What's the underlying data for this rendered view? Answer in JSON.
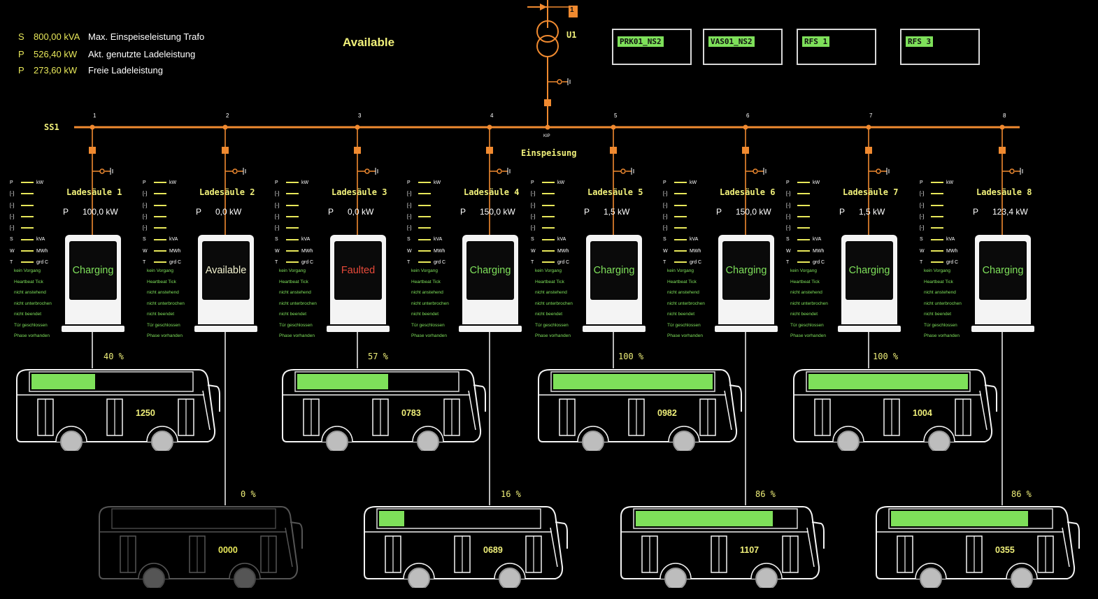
{
  "trafo": {
    "rows": [
      {
        "sym": "S",
        "value": "800,00 kVA",
        "label": "Max. Einspeiseleistung Trafo"
      },
      {
        "sym": "P",
        "value": "526,40 kW",
        "label": "Akt. genutzte Ladeleistung"
      },
      {
        "sym": "P",
        "value": "273,60 kW",
        "label": "Freie  Ladeleistung"
      }
    ],
    "status": "Available",
    "name": "U1",
    "marker": "1",
    "feed_label": "Einspeisung",
    "kip": "KIP"
  },
  "busbar": {
    "label": "SS1",
    "bay_numbers": [
      "1",
      "2",
      "3",
      "4",
      "5",
      "6",
      "7",
      "8"
    ]
  },
  "feeders": [
    "PRK01_NS2",
    "VAS01_NS2",
    "RFS 1",
    "RFS 3"
  ],
  "stations": [
    {
      "name": "Ladesäule 1",
      "p_sym": "P",
      "power": "100,0 kW",
      "state": "Charging",
      "state_color": "#7ee05a"
    },
    {
      "name": "Ladesäule 2",
      "p_sym": "P",
      "power": "0,0 kW",
      "state": "Available",
      "state_color": "#f4f4d0"
    },
    {
      "name": "Ladesäule 3",
      "p_sym": "P",
      "power": "0,0 kW",
      "state": "Faulted",
      "state_color": "#e84a3a"
    },
    {
      "name": "Ladesäule 4",
      "p_sym": "P",
      "power": "150,0 kW",
      "state": "Charging",
      "state_color": "#7ee05a"
    },
    {
      "name": "Ladesäule 5",
      "p_sym": "P",
      "power": "1,5 kW",
      "state": "Charging",
      "state_color": "#7ee05a"
    },
    {
      "name": "Ladesäule 6",
      "p_sym": "P",
      "power": "150,0 kW",
      "state": "Charging",
      "state_color": "#7ee05a"
    },
    {
      "name": "Ladesäule 7",
      "p_sym": "P",
      "power": "1,5 kW",
      "state": "Charging",
      "state_color": "#7ee05a"
    },
    {
      "name": "Ladesäule 8",
      "p_sym": "P",
      "power": "123,4 kW",
      "state": "Charging",
      "state_color": "#7ee05a"
    }
  ],
  "measurement_units": [
    "kW",
    "",
    "",
    "",
    "",
    "kVA",
    "MWh",
    "grd C"
  ],
  "measurement_syms": [
    "P",
    "[-]",
    "[-]",
    "[-]",
    "[-]",
    "S",
    "W",
    "T"
  ],
  "status_lines": [
    "kein Vorgang",
    "Heartbeat Tick",
    "nicht anstehend",
    "nicht unterbrochen",
    "nicht beendet",
    "Tür geschlossen",
    "Phase vorhanden"
  ],
  "buses": [
    {
      "id": "1250",
      "soc": 40,
      "soc_label": "40 %",
      "active": true
    },
    {
      "id": "0000",
      "soc": 0,
      "soc_label": "0 %",
      "active": false
    },
    {
      "id": "0783",
      "soc": 57,
      "soc_label": "57 %",
      "active": true
    },
    {
      "id": "0689",
      "soc": 16,
      "soc_label": "16 %",
      "active": true
    },
    {
      "id": "0982",
      "soc": 100,
      "soc_label": "100 %",
      "active": true
    },
    {
      "id": "1107",
      "soc": 86,
      "soc_label": "86 %",
      "active": true
    },
    {
      "id": "1004",
      "soc": 100,
      "soc_label": "100 %",
      "active": true
    },
    {
      "id": "0355",
      "soc": 86,
      "soc_label": "86 %",
      "active": true
    }
  ],
  "colors": {
    "line": "#f08a30",
    "accent": "#f0f07a",
    "ok": "#7ee05a",
    "fault": "#e84a3a"
  }
}
